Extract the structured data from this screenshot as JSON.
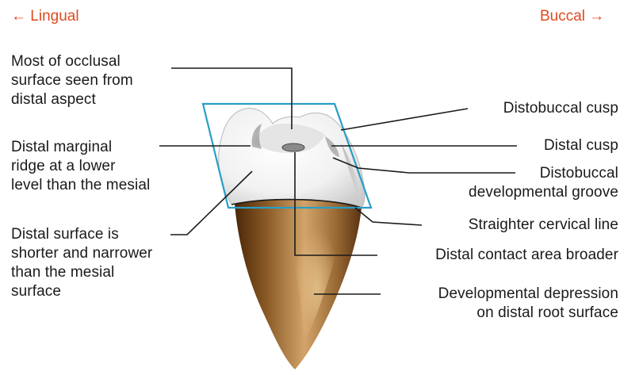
{
  "directions": {
    "lingual": "← Lingual",
    "buccal": "Buccal →"
  },
  "labels": {
    "occlusal": [
      "Most of occlusal",
      "surface seen from",
      "distal aspect"
    ],
    "marginal_ridge": [
      "Distal marginal",
      "ridge at a lower",
      "level than the mesial"
    ],
    "distal_surface": [
      "Distal surface is",
      "shorter and narrower",
      "than the mesial",
      "surface"
    ],
    "distobuccal_cusp": [
      "Distobuccal cusp"
    ],
    "distal_cusp": [
      "Distal cusp"
    ],
    "distobuccal_groove": [
      "Distobuccal",
      "developmental groove"
    ],
    "cervical_line": [
      "Straighter cervical line"
    ],
    "contact_area": [
      "Distal contact area broader"
    ],
    "depression": [
      "Developmental depression",
      "on distal root surface"
    ]
  },
  "colors": {
    "direction_text": "#e04a1f",
    "frame": "#2a9dc4",
    "root_dark": "#5a3212",
    "root_light": "#c99a5e",
    "crown": "#f4f4f4",
    "leader": "#1a1a1a"
  }
}
